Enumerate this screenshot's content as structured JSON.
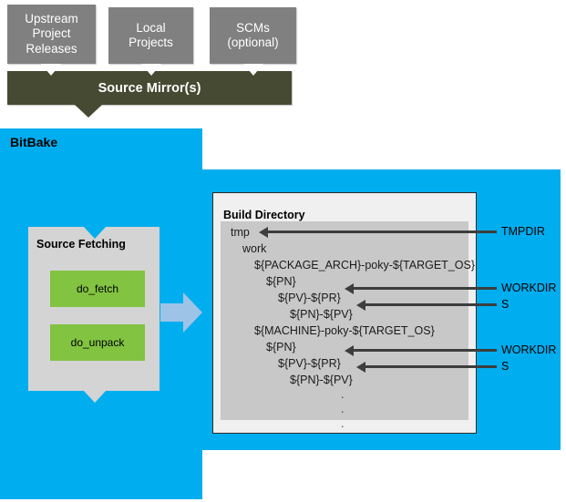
{
  "sources": [
    {
      "name": "upstream-project-releases",
      "lines": [
        "Upstream",
        "Project",
        "Releases"
      ]
    },
    {
      "name": "local-projects",
      "lines": [
        "Local",
        "Projects"
      ]
    },
    {
      "name": "scms-optional",
      "lines": [
        "SCMs",
        "(optional)"
      ]
    }
  ],
  "mirror": {
    "label": "Source Mirror(s)"
  },
  "bitbake": {
    "label": "BitBake"
  },
  "source_fetching": {
    "title": "Source Fetching",
    "tasks": [
      {
        "label": "do_fetch"
      },
      {
        "label": "do_unpack"
      }
    ]
  },
  "build_directory": {
    "title": "Build Directory",
    "tree": [
      "tmp",
      "work",
      "${PACKAGE_ARCH}-poky-${TARGET_OS}",
      "${PN}",
      "${PV}-${PR}",
      "${PN}-${PV}",
      "${MACHINE}-poky-${TARGET_OS}",
      "${PN}",
      "${PV}-${PR}",
      "${PN}-${PV}"
    ],
    "ellipsis": [
      ".",
      ".",
      "."
    ]
  },
  "pointers": [
    {
      "label": "TMPDIR"
    },
    {
      "label": "WORKDIR"
    },
    {
      "label": "S"
    },
    {
      "label": "WORKDIR"
    },
    {
      "label": "S"
    }
  ],
  "colors": {
    "bitbake_blue": "#00aeef",
    "source_box_gray": "#808080",
    "mirror_olive": "#464a32",
    "task_green": "#82c341",
    "panel_gray": "#d4d4d4",
    "tree_gray": "#c8c8c8",
    "arrow_dark": "#3d3d3d",
    "flow_arrow_blue_gray": "#9dc3e6"
  }
}
